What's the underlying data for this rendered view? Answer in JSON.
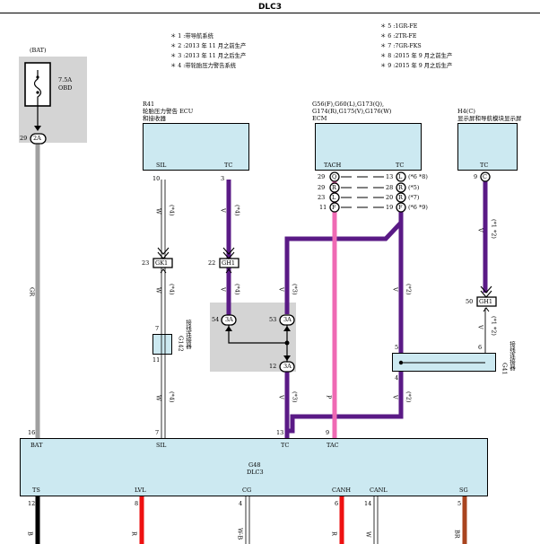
{
  "title": "DLC3",
  "notes_left": [
    "＊ 1 :带导航系统",
    "＊ 2 :2013 年 11 月之前生产",
    "＊ 3 :2013 年 11 月之后生产",
    "＊ 4 :带轮胎压力警告系统"
  ],
  "notes_right": [
    "＊ 5 :1GR-FE",
    "＊ 6 :2TR-FE",
    "＊ 7 :7GR-FKS",
    "＊ 8 :2015 年 9 月之前生产",
    "＊ 9 :2015 年 9 月之后生产"
  ],
  "bat": {
    "label": "(BAT)",
    "fuse_rating": "7.5A",
    "fuse_name": "OBD",
    "pin": "29",
    "conn": "2A"
  },
  "r41": {
    "code": "R41",
    "name_line1": "轮胎压力警告 ECU",
    "name_line2": "和接收器",
    "pin_sil": "SIL",
    "pin_tc": "TC",
    "num_sil": "10",
    "num_tc": "3"
  },
  "ecm": {
    "code": "G56(F),G60(L),G173(Q),",
    "code2": "G174(R),G175(V),G176(W)",
    "name": "ECM",
    "pin_tach": "TACH",
    "pin_tc": "TC",
    "left_pins": [
      {
        "num": "29",
        "mark": "Q"
      },
      {
        "num": "29",
        "mark": "R"
      },
      {
        "num": "23",
        "mark": "L"
      },
      {
        "num": "11",
        "mark": "F"
      }
    ],
    "right_pins": [
      {
        "num": "13",
        "mark": "L",
        "note": "(*6 *8)"
      },
      {
        "num": "28",
        "mark": "R",
        "note": "(*5)"
      },
      {
        "num": "20",
        "mark": "R",
        "note": "(*7)"
      },
      {
        "num": "19",
        "mark": "F",
        "note": "(*6 *9)"
      }
    ]
  },
  "h4": {
    "code": "H4(C)",
    "name": "显示屏和导航模块显示屏",
    "pin_tc": "TC",
    "num": "9",
    "conn": "C"
  },
  "g48": {
    "code": "G48",
    "name": "DLC3",
    "top_pins": [
      {
        "name": "BAT",
        "num": "16"
      },
      {
        "name": "SIL",
        "num": "7"
      },
      {
        "name": "TC",
        "num": "13"
      },
      {
        "name": "TAC",
        "num": "9"
      }
    ],
    "bottom_pins": [
      {
        "name": "TS",
        "num": "12"
      },
      {
        "name": "LVL",
        "num": "8"
      },
      {
        "name": "CG",
        "num": "4"
      },
      {
        "name": "CANH",
        "num": "6"
      },
      {
        "name": "CANL",
        "num": "14"
      },
      {
        "name": "SG",
        "num": "5"
      }
    ]
  },
  "gk1": {
    "num": "23",
    "label": "GK1"
  },
  "gh1_left": {
    "num": "22",
    "label": "GH1"
  },
  "gh1_right": {
    "num": "50",
    "label": "GH1"
  },
  "g142": {
    "name": "G142",
    "desc": "接线连接器",
    "num_top": "7",
    "num_bottom": "11"
  },
  "g41": {
    "name": "G41",
    "desc": "接线连接器",
    "num_l_top": "5",
    "num_r_top": "6",
    "num_l_bottom": "4"
  },
  "junction": {
    "left_conn": "3A",
    "left_num": "54",
    "right_conn": "3A",
    "right_num": "53",
    "bottom_conn": "3A",
    "bottom_num": "12"
  },
  "wires": {
    "gr": "GR",
    "w_sil_1": "W",
    "sil_note_1": "(*4)",
    "w_sil_2": "W",
    "sil_note_2": "(*4)",
    "w_sil_3": "W",
    "sil_note_3": "(*4)",
    "v_r41_1": "V",
    "r41_note_1": "(*4)",
    "v_r41_2": "V",
    "r41_note_2": "(*4)",
    "v_mid_1": "V",
    "mid_note_1": "(*3)",
    "v_mid_2": "V",
    "mid_note_2": "(*3)",
    "v_ecm_tc": "V",
    "ecm_tc_note": "(*2)",
    "v_ecm_tc_2": "V",
    "ecm_tc_note_2": "(*2)",
    "v_h4_1": "V",
    "h4_note_1": "(*1 *2)",
    "v_h4_2": "V",
    "h4_note_2": "(*1 *2)",
    "p_tach": "P",
    "b_ts": "B",
    "r_lvl": "R",
    "w_cg": "W-B",
    "r_canh": "R",
    "w_canl": "W",
    "br_sg": "BR"
  },
  "colors": {
    "gray_wire": "#a0a0a0",
    "violet": "#5a1a86",
    "pink": "#ef6ab4",
    "red": "#ee1111",
    "brown": "#a9441f",
    "box_fill": "#cce9f1",
    "panel_gray": "#d4d4d4"
  }
}
